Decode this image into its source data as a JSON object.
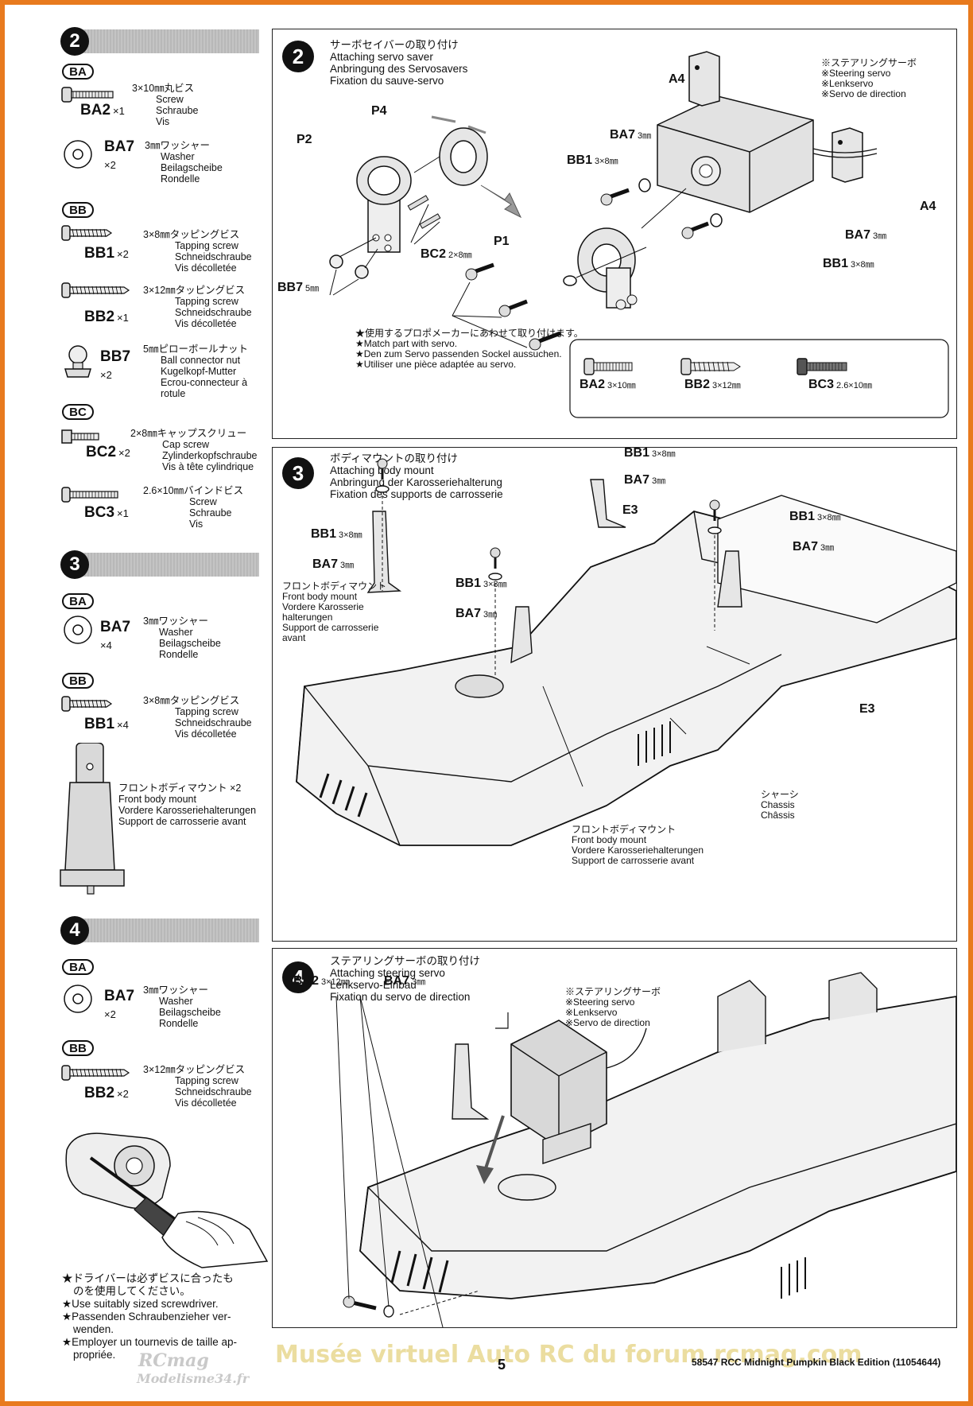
{
  "sidebar": {
    "step2": {
      "num": "2",
      "bag_ba": "BA",
      "ba2": {
        "code": "BA2",
        "qty": "×1",
        "jp": "3×10㎜丸ビス",
        "en": "Screw",
        "de": "Schraube",
        "fr": "Vis"
      },
      "ba7": {
        "code": "BA7",
        "qty": "×2",
        "jp": "3㎜ワッシャー",
        "en": "Washer",
        "de": "Beilagscheibe",
        "fr": "Rondelle"
      },
      "bag_bb": "BB",
      "bb1": {
        "code": "BB1",
        "qty": "×2",
        "jp": "3×8㎜タッピングビス",
        "en": "Tapping screw",
        "de": "Schneidschraube",
        "fr": "Vis décolletée"
      },
      "bb2": {
        "code": "BB2",
        "qty": "×1",
        "jp": "3×12㎜タッピングビス",
        "en": "Tapping screw",
        "de": "Schneidschraube",
        "fr": "Vis décolletée"
      },
      "bb7": {
        "code": "BB7",
        "qty": "×2",
        "jp": "5㎜ピローボールナット",
        "en": "Ball connector nut",
        "de": "Kugelkopf-Mutter",
        "fr": "Ecrou-connecteur à",
        "fr2": "rotule"
      },
      "bag_bc": "BC",
      "bc2": {
        "code": "BC2",
        "qty": "×2",
        "jp": "2×8㎜キャップスクリュー",
        "en": "Cap screw",
        "de": "Zylinderkopfschraube",
        "fr": "Vis à tête cylindrique"
      },
      "bc3": {
        "code": "BC3",
        "qty": "×1",
        "jp": "2.6×10㎜バインドビス",
        "en": "Screw",
        "de": "Schraube",
        "fr": "Vis"
      }
    },
    "step3": {
      "num": "3",
      "bag_ba": "BA",
      "ba7": {
        "code": "BA7",
        "qty": "×4",
        "jp": "3㎜ワッシャー",
        "en": "Washer",
        "de": "Beilagscheibe",
        "fr": "Rondelle"
      },
      "bag_bb": "BB",
      "bb1": {
        "code": "BB1",
        "qty": "×4",
        "jp": "3×8㎜タッピングビス",
        "en": "Tapping screw",
        "de": "Schneidschraube",
        "fr": "Vis décolletée"
      },
      "mount": {
        "jp": "フロントボディマウント ×2",
        "en": "Front body mount",
        "de": "Vordere Karosseriehalterungen",
        "fr": "Support de carrosserie avant"
      }
    },
    "step4": {
      "num": "4",
      "bag_ba": "BA",
      "ba7": {
        "code": "BA7",
        "qty": "×2",
        "jp": "3㎜ワッシャー",
        "en": "Washer",
        "de": "Beilagscheibe",
        "fr": "Rondelle"
      },
      "bag_bb": "BB",
      "bb2": {
        "code": "BB2",
        "qty": "×2",
        "jp": "3×12㎜タッピングビス",
        "en": "Tapping screw",
        "de": "Schneidschraube",
        "fr": "Vis décolletée"
      },
      "note": {
        "jp1": "★ドライバーは必ずビスに合ったも",
        "jp2": "のを使用してください。",
        "en": "★Use suitably sized screwdriver.",
        "de1": "★Passenden Schraubenzieher ver-",
        "de2": "wenden.",
        "fr1": "★Employer un tournevis de taille ap-",
        "fr2": "propriée."
      }
    }
  },
  "panel2": {
    "num": "2",
    "jp": "サーボセイバーの取り付け",
    "en": "Attaching servo saver",
    "de": "Anbringung des Servosavers",
    "fr": "Fixation du sauve-servo",
    "servo_jp": "※ステアリングサーボ",
    "servo_en": "※Steering servo",
    "servo_de": "※Lenkservo",
    "servo_fr": "※Servo de direction",
    "p4": "P4",
    "p2": "P2",
    "p1": "P1",
    "a4_top": "A4",
    "a4_right": "A4",
    "ba7_a": "BA7",
    "ba7_a_size": "3㎜",
    "bb1_a": "BB1",
    "bb1_a_size": "3×8㎜",
    "ba7_b": "BA7",
    "ba7_b_size": "3㎜",
    "bb1_b": "BB1",
    "bb1_b_size": "3×8㎜",
    "bc2": "BC2",
    "bc2_size": "2×8㎜",
    "bb7": "BB7",
    "bb7_size": "5㎜",
    "note_jp": "★使用するプロポメーカーにあわせて取り付けます。",
    "note_en": "★Match part with servo.",
    "note_de": "★Den zum Servo passenden Sockel aussuchen.",
    "note_fr": "★Utiliser une pièce adaptée au servo.",
    "opt_ba2": "BA2",
    "opt_ba2_size": "3×10㎜",
    "opt_bb2": "BB2",
    "opt_bb2_size": "3×12㎜",
    "opt_bc3": "BC3",
    "opt_bc3_size": "2.6×10㎜"
  },
  "panel3": {
    "num": "3",
    "jp": "ボディマウントの取り付け",
    "en": "Attaching body mount",
    "de": "Anbringung der Karosseriehalterung",
    "fr": "Fixation des supports de carrosserie",
    "bb1_1": "BB1",
    "bb1_1_size": "3×8㎜",
    "ba7_1": "BA7",
    "ba7_1_size": "3㎜",
    "bb1_2": "BB1",
    "bb1_2_size": "3×8㎜",
    "ba7_2": "BA7",
    "ba7_2_size": "3㎜",
    "bb1_3": "BB1",
    "bb1_3_size": "3×8㎜",
    "ba7_3": "BA7",
    "ba7_3_size": "3㎜",
    "bb1_4": "BB1",
    "bb1_4_size": "3×8㎜",
    "ba7_4": "BA7",
    "ba7_4_size": "3㎜",
    "e3_top": "E3",
    "e3_right": "E3",
    "fbm_jp": "フロントボディマウント",
    "fbm_en": "Front body mount",
    "fbm_de1": "Vordere Karosserie",
    "fbm_de2": "halterungen",
    "fbm_fr1": "Support de carrosserie",
    "fbm_fr2": "avant",
    "chassis_jp": "シャーシ",
    "chassis_en": "Chassis",
    "chassis_fr": "Châssis",
    "fbm2_jp": "フロントボディマウント",
    "fbm2_en": "Front body mount",
    "fbm2_de": "Vordere Karosseriehalterungen",
    "fbm2_fr": "Support de carrosserie avant"
  },
  "panel4": {
    "num": "4",
    "jp": "ステアリングサーボの取り付け",
    "en": "Attaching steering servo",
    "de": "Lenkservo-Einbau",
    "fr": "Fixation du servo de direction",
    "servo_jp": "※ステアリングサーボ",
    "servo_en": "※Steering servo",
    "servo_de": "※Lenkservo",
    "servo_fr": "※Servo de direction",
    "bb2": "BB2",
    "bb2_size": "3×12㎜",
    "ba7": "BA7",
    "ba7_size": "3㎜"
  },
  "footer": {
    "page": "5",
    "product": "58547  RCC Midnight Pumpkin Black Edition (11054644)",
    "watermark": "Musée virtuel Auto RC du forum rcmag.com",
    "logo1": "RCmag",
    "logo2": "Modelisme34.fr"
  },
  "colors": {
    "border": "#e87a1e",
    "watermark": "#e8d890"
  }
}
